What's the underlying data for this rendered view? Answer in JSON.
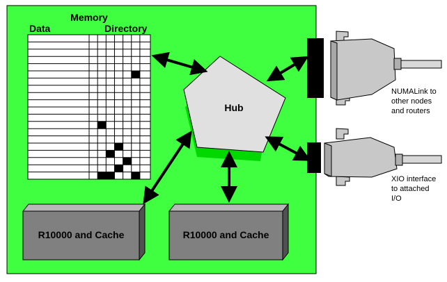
{
  "memory": {
    "title": "Memory",
    "data_label": "Data",
    "directory_label": "Directory",
    "filled_cells": [
      [
        12,
        6
      ],
      [
        8,
        13
      ],
      [
        10,
        16
      ],
      [
        9,
        17
      ],
      [
        11,
        18
      ],
      [
        10,
        19
      ],
      [
        8,
        20
      ],
      [
        9,
        20
      ],
      [
        12,
        20
      ]
    ]
  },
  "hub": {
    "label": "Hub"
  },
  "processors": [
    {
      "label": "R10000 and Cache"
    },
    {
      "label": "R10000 and Cache"
    }
  ],
  "connectors": [
    {
      "caption_lines": [
        "NUMALink to",
        "other nodes",
        "and routers"
      ]
    },
    {
      "caption_lines": [
        "XIO interface",
        "to attached",
        "I/O"
      ]
    }
  ],
  "colors": {
    "board": "#40ff40",
    "board_shadow": "#00d800",
    "hub_fill": "#e0e0e0",
    "processor_front": "#808080",
    "processor_top": "#b8b8b8",
    "processor_side": "#505050",
    "connector_body": "#c8c8c8",
    "port_block": "#000000"
  }
}
